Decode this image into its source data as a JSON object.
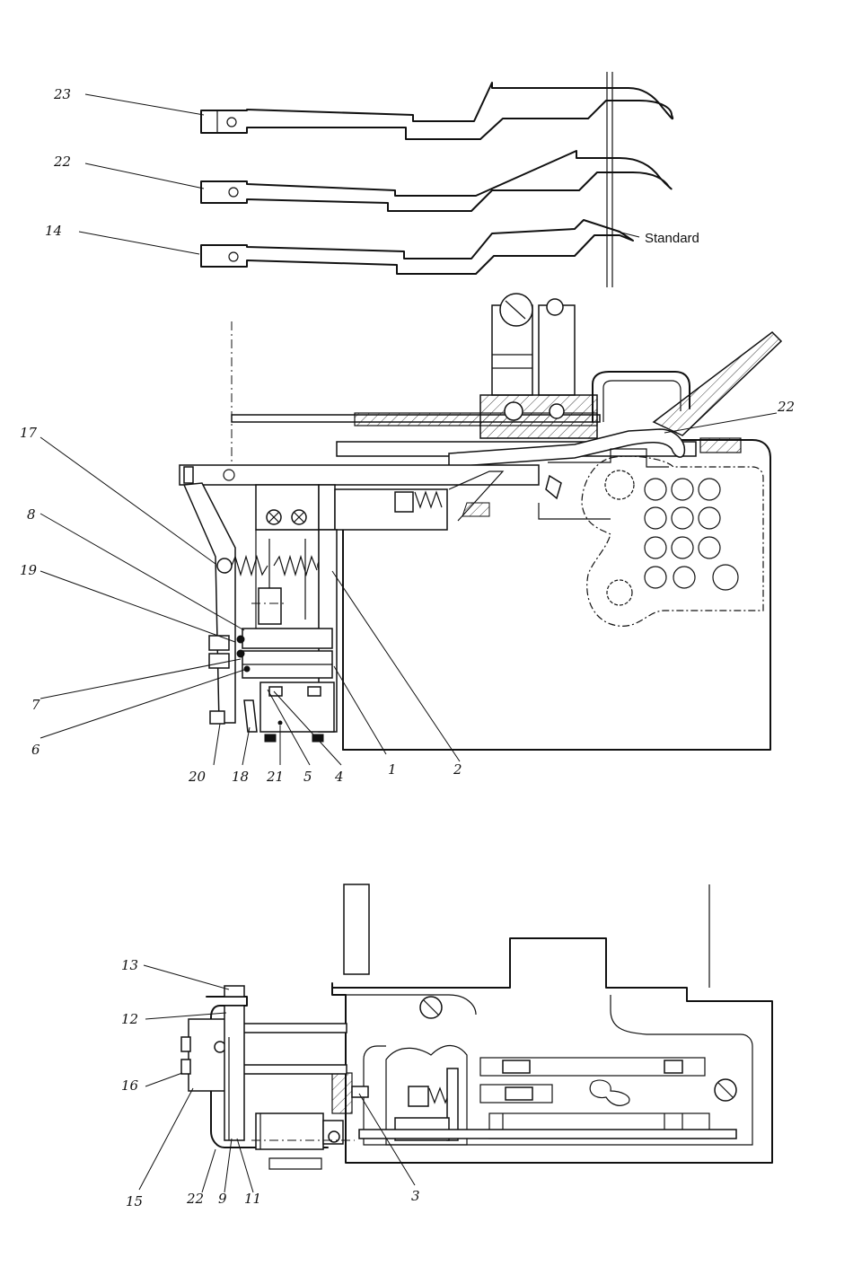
{
  "figure": {
    "callouts": {
      "c23": "23",
      "c22_top": "22",
      "c14": "14",
      "standard": "Standard",
      "c17": "17",
      "c8": "8",
      "c19": "19",
      "c7": "7",
      "c6": "6",
      "c22_mid": "22",
      "c2": "2",
      "c1": "1",
      "c4": "4",
      "c5": "5",
      "c21": "21",
      "c18": "18",
      "c20": "20",
      "c13": "13",
      "c12": "12",
      "c16": "16",
      "c15": "15",
      "c22_bot": "22",
      "c9": "9",
      "c11": "11",
      "c3": "3"
    }
  }
}
